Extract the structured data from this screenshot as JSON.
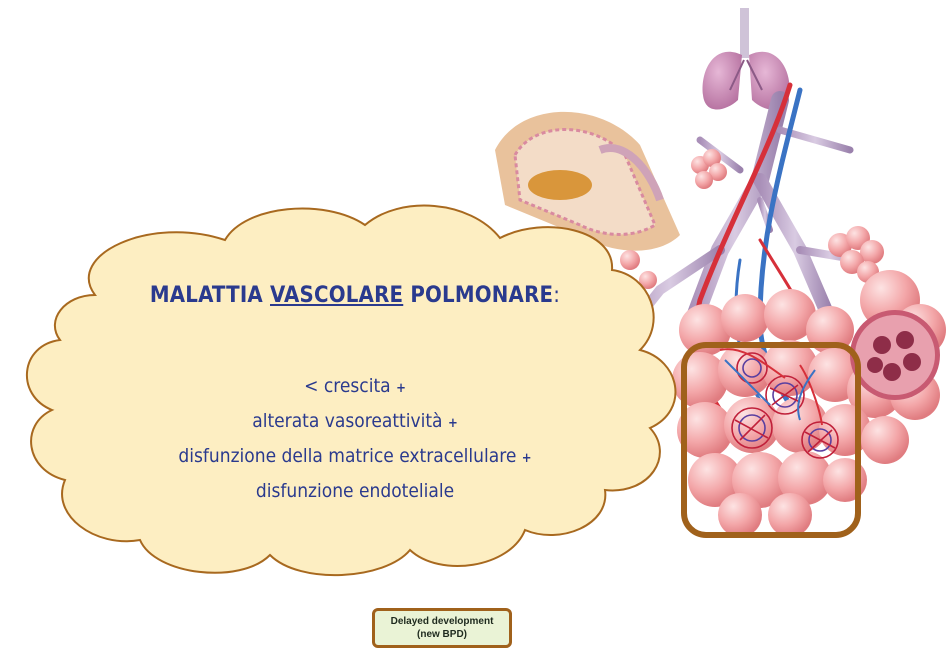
{
  "cloud": {
    "title_part1": "MALATTIA ",
    "title_underlined": "VASCOLARE",
    "title_part2": " POLMONARE",
    "title_colon": ":",
    "line1": "< crescita",
    "line2": "alterata vasoreattività",
    "line3": "disfunzione della matrice extracellulare",
    "line4": "disfunzione endoteliale",
    "plus": "+"
  },
  "label_box": {
    "line1": "Delayed development",
    "line2": "(new BPD)"
  },
  "colors": {
    "cloud_fill": "#fdeec2",
    "cloud_border": "#a8691f",
    "highlight_border": "#a0611b",
    "text": "#2a3a8e",
    "alveoli": "#f3a6a8",
    "artery": "#d6303a",
    "vein": "#3a73c4"
  }
}
